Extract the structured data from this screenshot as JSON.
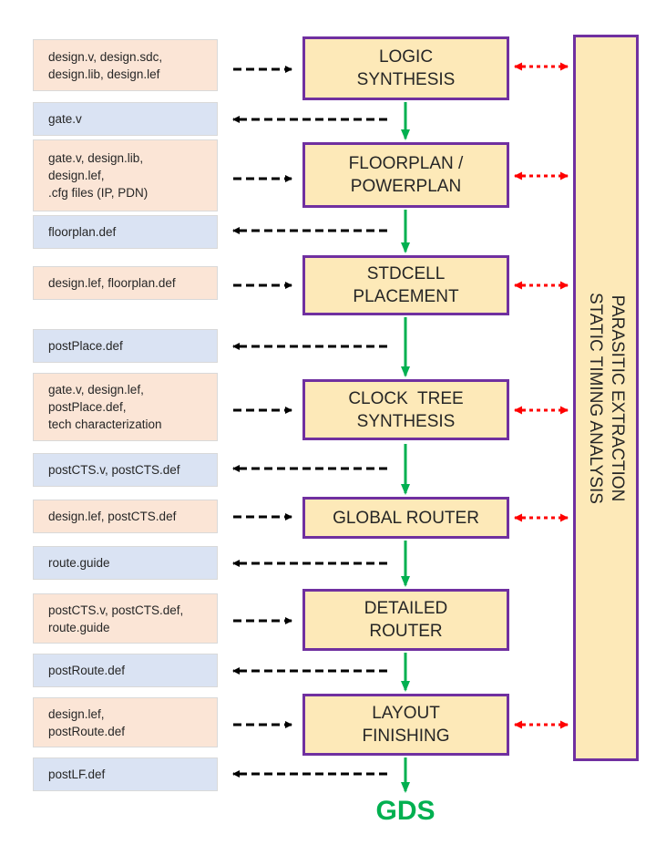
{
  "inputs": [
    {
      "id": "in-synthesis",
      "lines": [
        "design.v, design.sdc,",
        "design.lib, design.lef"
      ]
    },
    {
      "id": "in-floorplan",
      "lines": [
        "gate.v, design.lib,",
        "design.lef,",
        ".cfg files (IP, PDN)"
      ]
    },
    {
      "id": "in-placement",
      "lines": [
        "design.lef, floorplan.def"
      ]
    },
    {
      "id": "in-cts",
      "lines": [
        "gate.v, design.lef,",
        "postPlace.def,",
        "tech characterization"
      ]
    },
    {
      "id": "in-global-router",
      "lines": [
        "design.lef, postCTS.def"
      ]
    },
    {
      "id": "in-detailed-router",
      "lines": [
        "postCTS.v, postCTS.def,",
        "route.guide"
      ]
    },
    {
      "id": "in-layout-finishing",
      "lines": [
        "design.lef,",
        "postRoute.def"
      ]
    }
  ],
  "outputs": [
    {
      "id": "out-synthesis",
      "text": "gate.v"
    },
    {
      "id": "out-floorplan",
      "text": "floorplan.def"
    },
    {
      "id": "out-placement",
      "text": "postPlace.def"
    },
    {
      "id": "out-cts",
      "text": "postCTS.v, postCTS.def"
    },
    {
      "id": "out-global-router",
      "text": "route.guide"
    },
    {
      "id": "out-detailed-router",
      "text": "postRoute.def"
    },
    {
      "id": "out-layout-finishing",
      "text": "postLF.def"
    }
  ],
  "stages": [
    {
      "id": "logic-synthesis",
      "lines": [
        "LOGIC",
        "SYNTHESIS"
      ]
    },
    {
      "id": "floorplan-powerplan",
      "lines": [
        "FLOORPLAN /",
        "POWERPLAN"
      ]
    },
    {
      "id": "stdcell-placement",
      "lines": [
        "STDCELL",
        "PLACEMENT"
      ]
    },
    {
      "id": "clock-tree-synthesis",
      "lines": [
        "CLOCK  TREE",
        "SYNTHESIS"
      ]
    },
    {
      "id": "global-router",
      "lines": [
        "GLOBAL ROUTER"
      ]
    },
    {
      "id": "detailed-router",
      "lines": [
        "DETAILED",
        "ROUTER"
      ]
    },
    {
      "id": "layout-finishing",
      "lines": [
        "LAYOUT",
        "FINISHING"
      ]
    }
  ],
  "side_panel": {
    "lines": [
      "PARASITIC EXTRACTION",
      "STATIC TIMING ANALYSIS"
    ]
  },
  "final_output": "GDS",
  "colors": {
    "input_fill": "#fbe5d6",
    "output_fill": "#dae3f3",
    "stage_fill": "#fde9b8",
    "stage_border": "#7030a0",
    "flow_arrow": "#00b050",
    "io_arrow": "#000000",
    "sta_arrow": "#ff0000"
  }
}
